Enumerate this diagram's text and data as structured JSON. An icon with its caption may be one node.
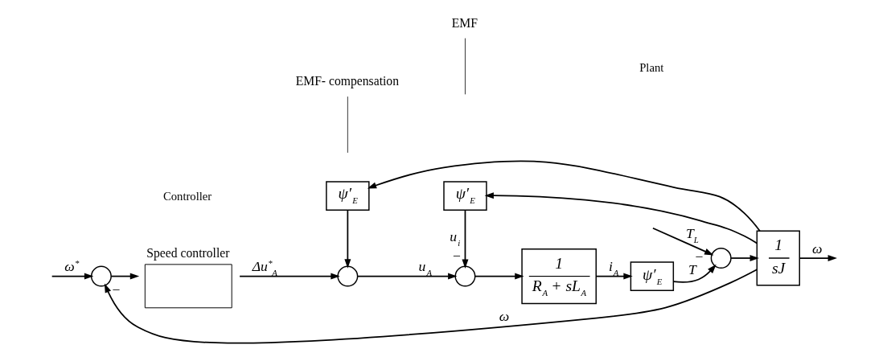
{
  "diagram": {
    "nodes": [
      {
        "text": [],
        "shape": "circle"
      },
      {
        "text": [
          "Speed controller"
        ]
      },
      {
        "text": [],
        "shape": "circle"
      },
      {
        "text": [
          "ψ′$_{E}$"
        ]
      },
      {
        "text": [],
        "shape": "circle"
      },
      {
        "text": [
          "1",
          "R$_{A}$ + sL$_{A}$"
        ]
      },
      {
        "text": [
          "ψ′$_{E}$"
        ]
      },
      {
        "text": [],
        "shape": "circle"
      },
      {
        "text": [
          "1",
          "sJ"
        ]
      },
      {
        "text": [
          "ψ′$_{E}$"
        ]
      },
      {
        "text": [
          "EMF- compensation"
        ]
      },
      {
        "text": [
          "EMF"
        ]
      }
    ],
    "edges": [
      {
        "from": null,
        "to": 0,
        "arrow": "to",
        "label": "ω$^{*}$"
      },
      {
        "from": 0,
        "to": 1,
        "arrow": "to"
      },
      {
        "from": 1,
        "to": 2,
        "arrow": "to",
        "label": "Δu$^{*}$$_{A}$"
      },
      {
        "from": 2,
        "to": 4,
        "arrow": "to",
        "label": "u$_{A}$"
      },
      {
        "from": 4,
        "to": 5,
        "arrow": "to"
      },
      {
        "from": 5,
        "to": 6,
        "arrow": "to",
        "label": "i$_{A}$"
      },
      {
        "from": 6,
        "to": 7,
        "arrow": "to",
        "label": "T"
      },
      {
        "from": null,
        "to": 7,
        "arrow": "to",
        "label": "T$_{L}$"
      },
      {
        "from": 7,
        "to": 8,
        "arrow": "to"
      },
      {
        "from": 8,
        "to": null,
        "arrow": "to",
        "label": "ω"
      },
      {
        "from": 8,
        "to": 0,
        "arrow": "to",
        "label": "ω"
      },
      {
        "from": 8,
        "to": 3,
        "arrow": "to"
      },
      {
        "from": 8,
        "to": 9,
        "arrow": "to"
      },
      {
        "from": 3,
        "to": 2,
        "arrow": "to"
      },
      {
        "from": 9,
        "to": 4,
        "arrow": "to",
        "label": "u$_{i}$"
      },
      {
        "from": 10,
        "to": null,
        "arrow": "none"
      },
      {
        "from": 11,
        "to": null,
        "arrow": "none"
      }
    ],
    "labels": [
      "−",
      "−",
      "−",
      "Controller",
      "Plant"
    ]
  }
}
